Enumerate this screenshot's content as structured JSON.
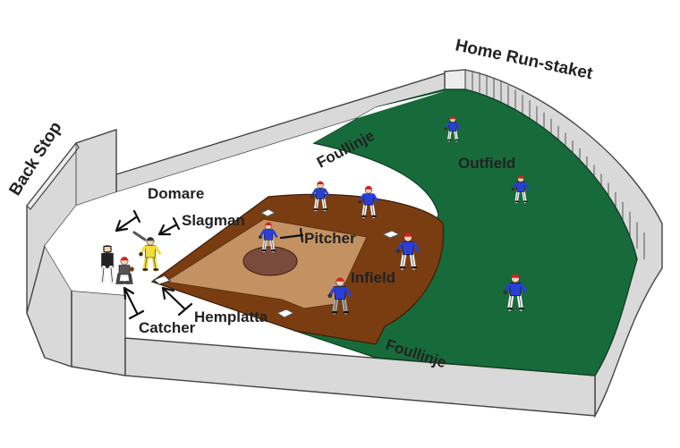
{
  "labels": {
    "back_stop": "Back Stop",
    "home_run_fence": "Home Run-staket",
    "foul_line_top": "Foullinje",
    "foul_line_bottom": "Foullinje",
    "outfield": "Outfield",
    "infield": "Infield",
    "pitcher": "Pitcher",
    "umpire": "Domare",
    "batter": "Slagman",
    "catcher": "Catcher",
    "home_plate": "Hemplatta"
  },
  "colors": {
    "outfield_grass": "#176b3a",
    "infield_dirt": "#7a3d12",
    "infield_grass": "#c49262",
    "mound": "#7a4a3c",
    "wall": "#d9d9d9",
    "jersey": "#2a3fd6",
    "cap": "#d32020",
    "pants": "#f4f4f4",
    "batter_jersey": "#f2dc3a"
  }
}
